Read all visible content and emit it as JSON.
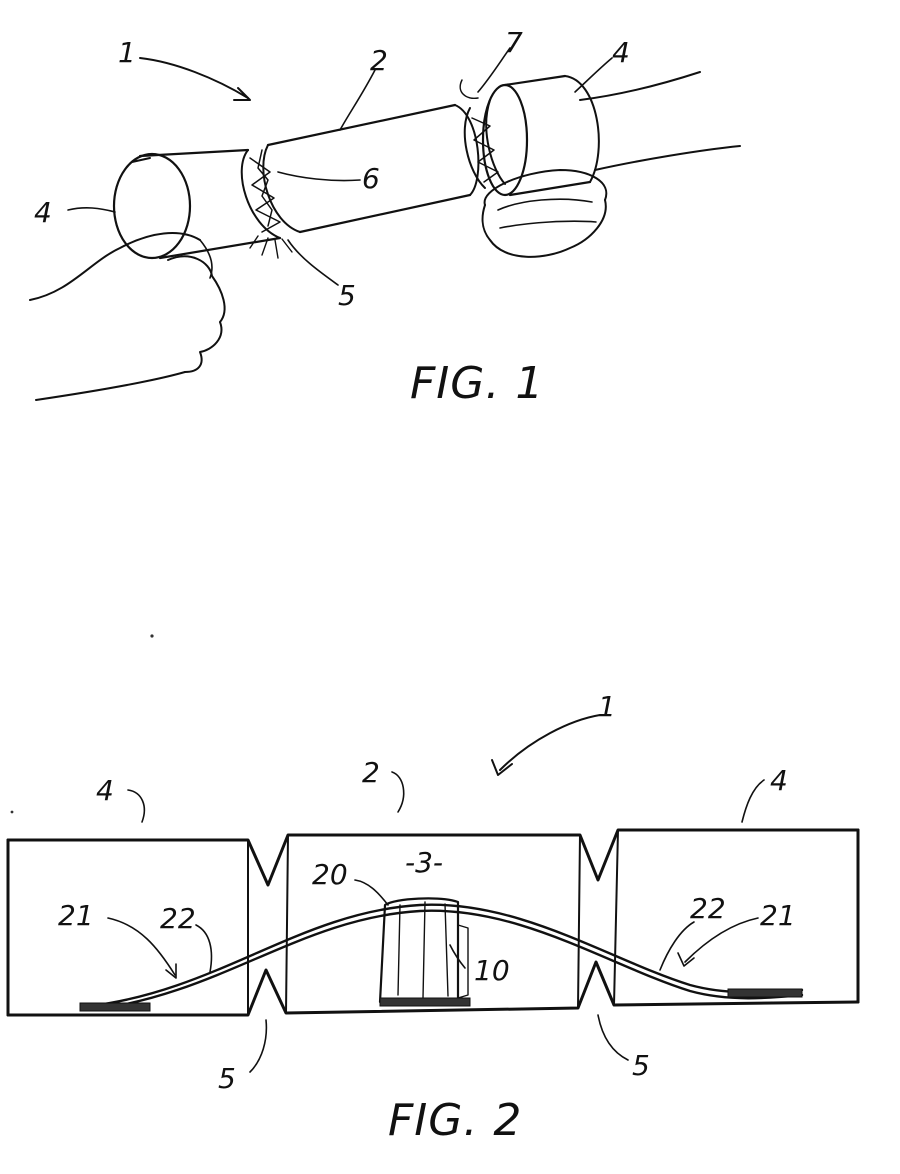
{
  "figures": [
    {
      "caption": "FIG. 1",
      "reference_numerals": [
        "1",
        "2",
        "4",
        "4",
        "5",
        "6",
        "7"
      ]
    },
    {
      "caption": "FIG. 2",
      "reference_numerals": [
        "1",
        "2",
        "3",
        "4",
        "4",
        "5",
        "5",
        "10",
        "20",
        "21",
        "21",
        "22",
        "22"
      ]
    }
  ],
  "fig1": {
    "caption": "FIG. 1",
    "ref_1": "1",
    "ref_2": "2",
    "ref_4_left": "4",
    "ref_4_right": "4",
    "ref_5": "5",
    "ref_6": "6",
    "ref_7": "7"
  },
  "fig2": {
    "caption": "FIG. 2",
    "ref_1": "1",
    "ref_2": "2",
    "ref_3": "-3-",
    "ref_4_left": "4",
    "ref_4_right": "4",
    "ref_5_left": "5",
    "ref_5_right": "5",
    "ref_10": "10",
    "ref_20": "20",
    "ref_21_left": "21",
    "ref_21_right": "21",
    "ref_22_left": "22",
    "ref_22_right": "22"
  }
}
